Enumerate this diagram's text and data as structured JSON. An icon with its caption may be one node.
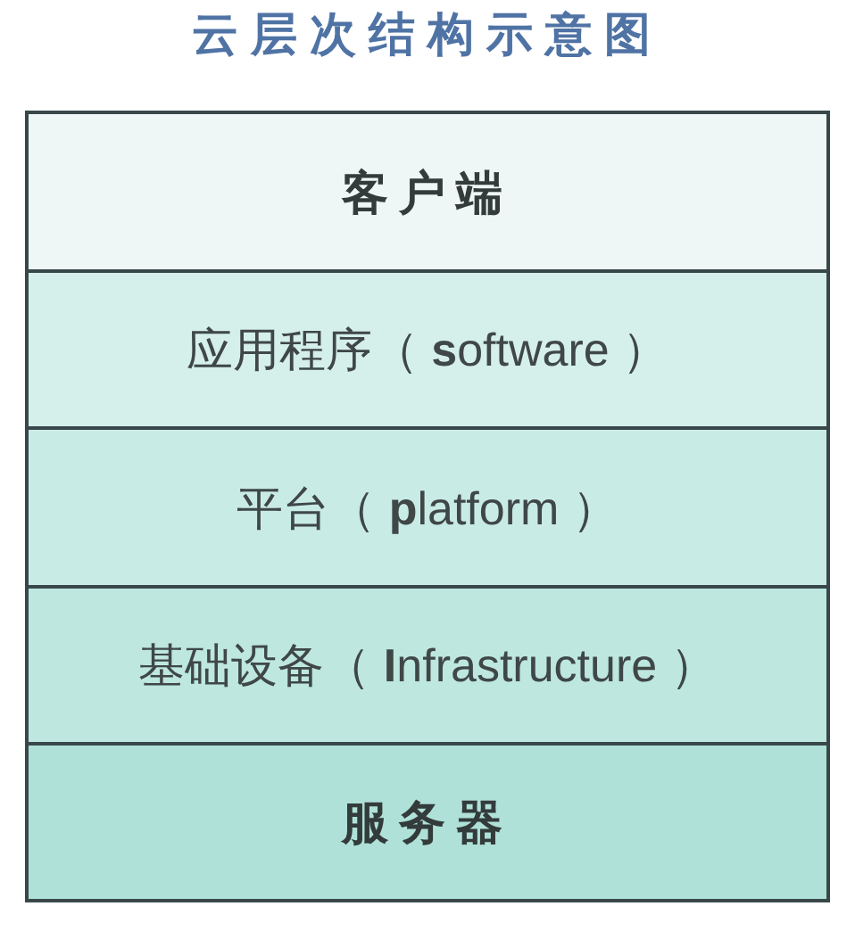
{
  "diagram": {
    "title": "云层次结构示意图",
    "nodes": [
      {
        "text": [
          "客户端"
        ]
      },
      {
        "text": [
          "应用程序（ **s**oftware ）"
        ]
      },
      {
        "text": [
          "平台（ **p**latform ）"
        ]
      },
      {
        "text": [
          "基础设备（ **I**nfrastructure ）"
        ]
      },
      {
        "text": [
          "服务器"
        ]
      }
    ]
  }
}
